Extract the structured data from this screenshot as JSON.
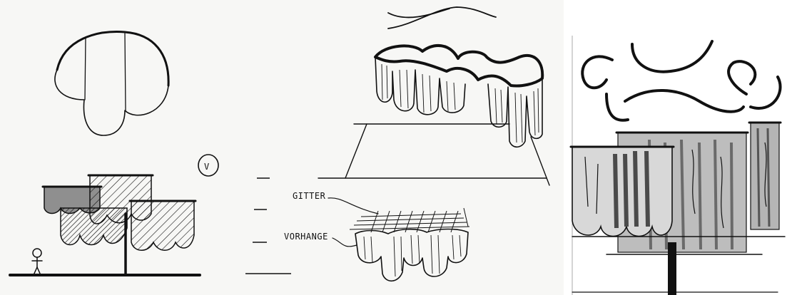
{
  "sketch_sheet": {
    "panels": [
      {
        "id": "panel-left",
        "label": ""
      },
      {
        "id": "panel-middle",
        "label": ""
      },
      {
        "id": "panel-right",
        "label": ""
      }
    ]
  },
  "annotations": {
    "label_1": "GITTER",
    "label_2": "VORHANGE",
    "circle_mark": "V"
  },
  "colors": {
    "ink": "#111111",
    "paper": "#f7f7f5",
    "shade_light": "#c9c9c9",
    "shade_mid": "#8f8f8f",
    "shade_dark": "#555555"
  }
}
